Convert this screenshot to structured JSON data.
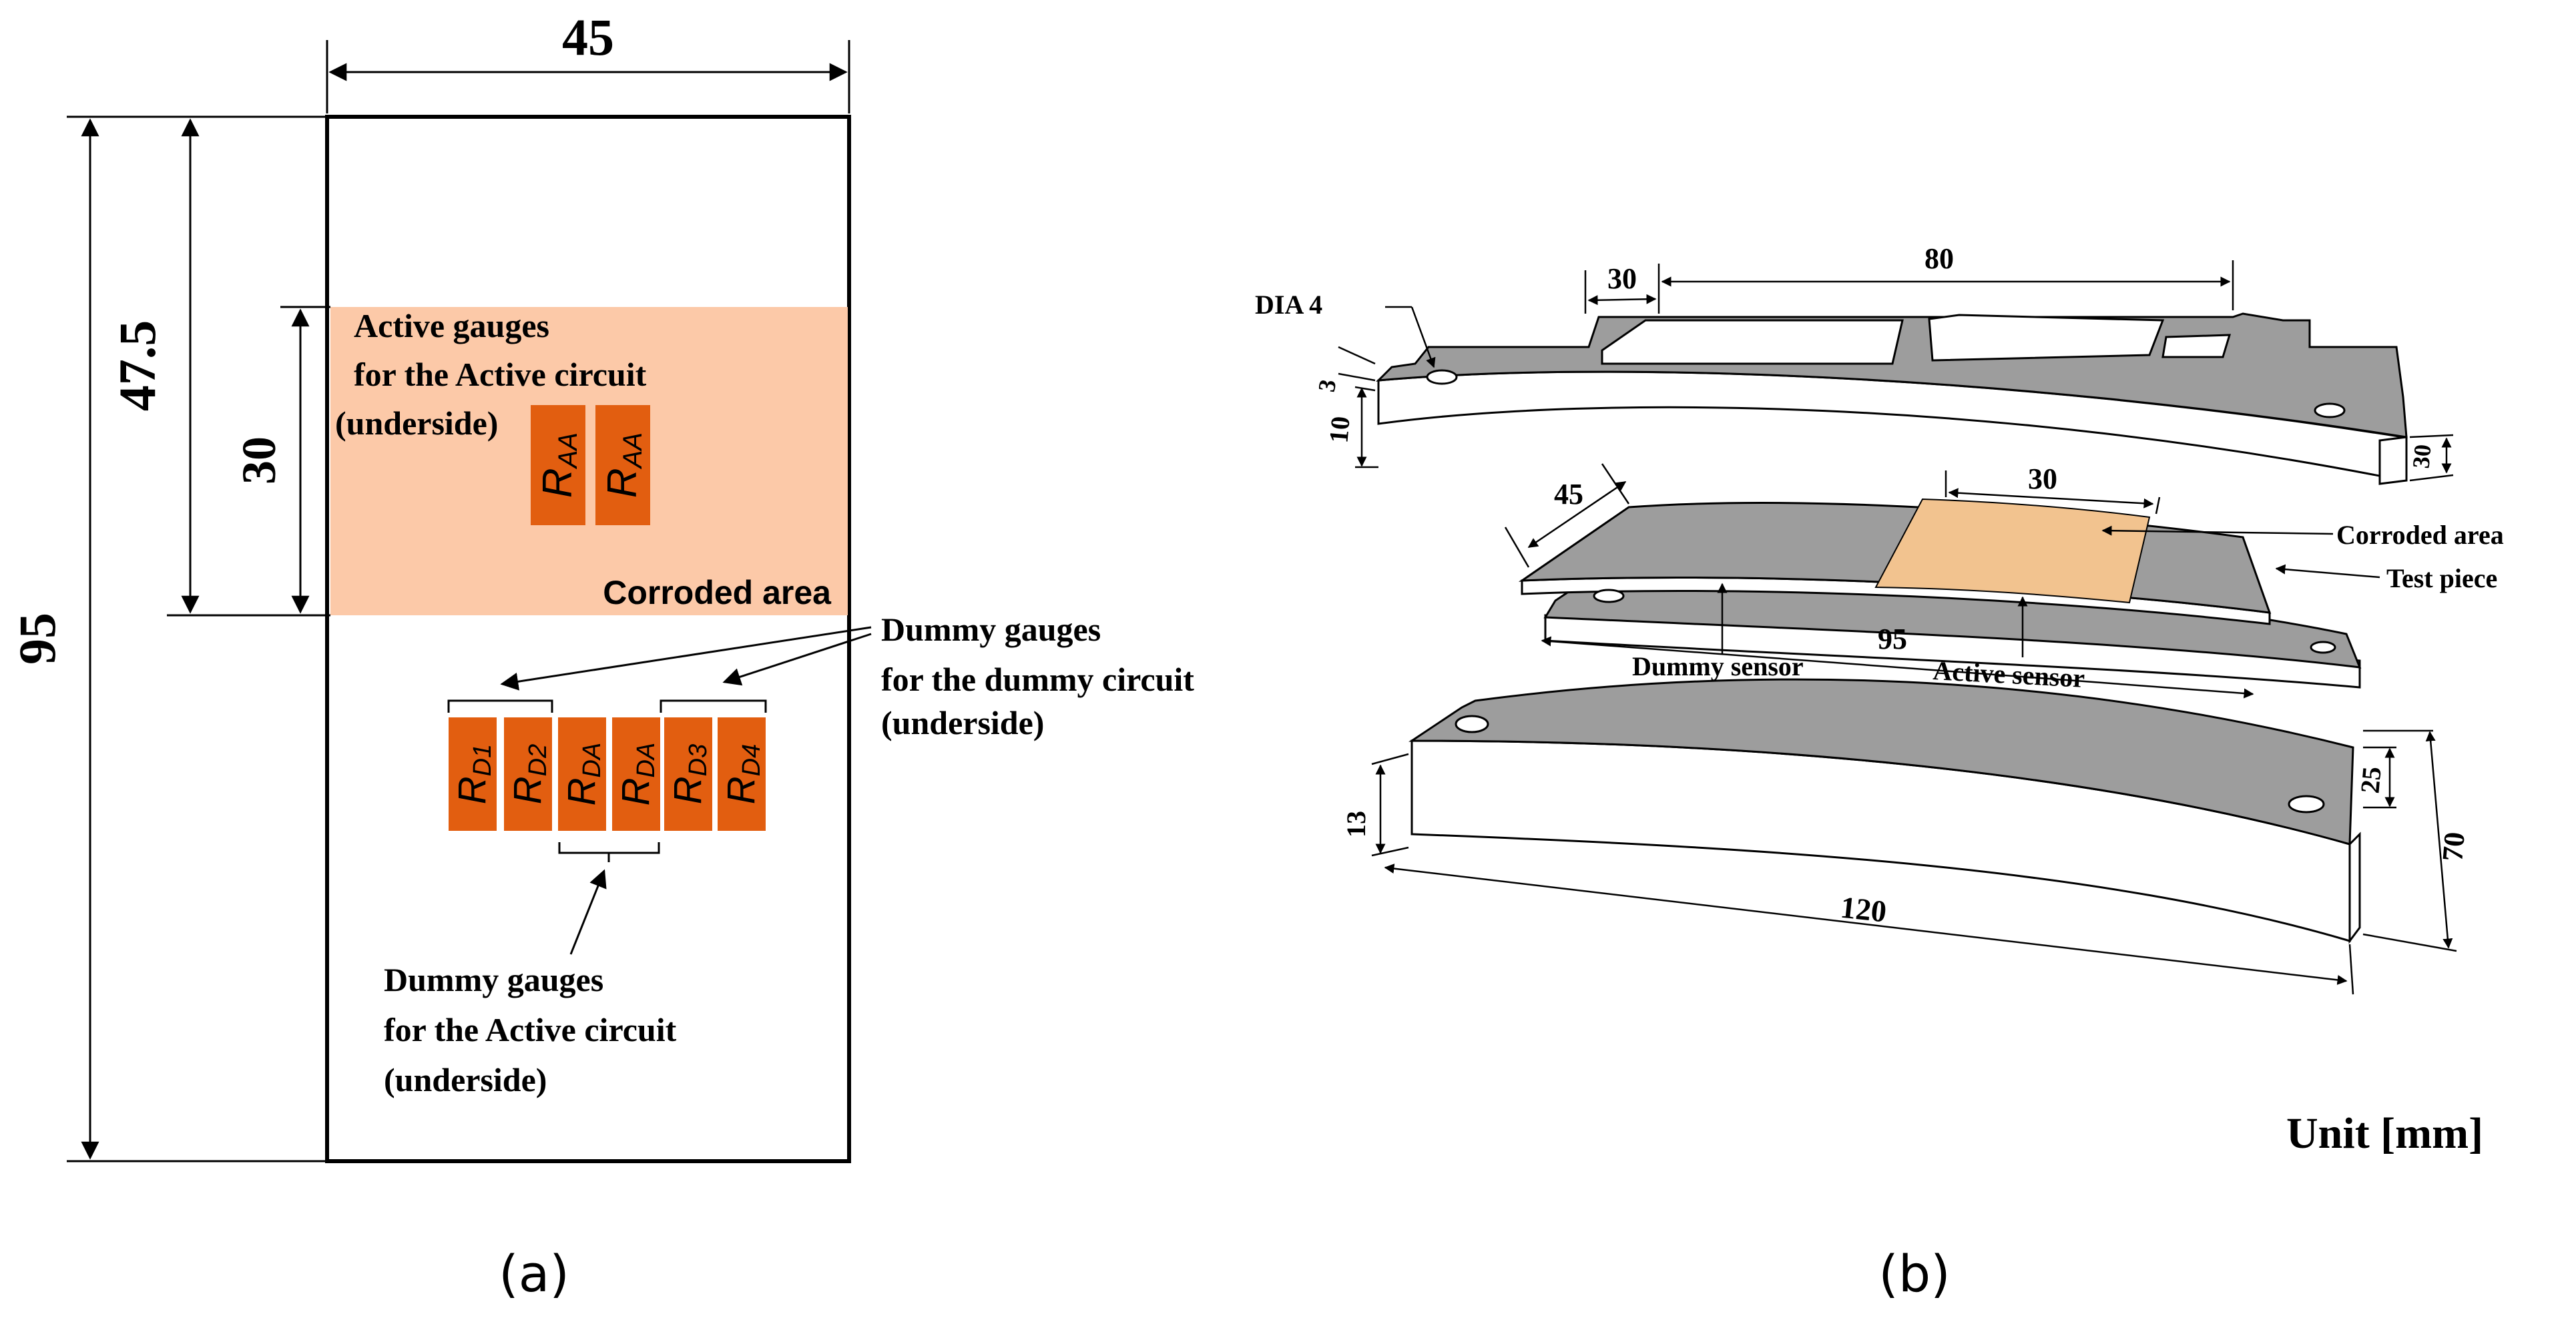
{
  "panel_a": {
    "dim_width": "45",
    "dim_height": "95",
    "dim_half": "47.5",
    "dim_corroded": "30",
    "active_gauges": [
      "Active gauges",
      "for the Active circuit",
      "(underside)"
    ],
    "corroded_area": "Corroded area",
    "dummy_gauges_dummy": [
      "Dummy gauges",
      "for the dummy circuit",
      "(underside)"
    ],
    "dummy_gauges_active": [
      "Dummy gauges",
      "for the Active circuit",
      "(underside)"
    ],
    "gauge_active": "AA",
    "gauge_labels": [
      "D1",
      "D2",
      "DA",
      "DA",
      "D3",
      "D4"
    ],
    "gauge_letter": "R",
    "caption": "(a)"
  },
  "panel_b": {
    "dia": "DIA 4",
    "dim_30_top": "30",
    "dim_80": "80",
    "dim_3": "3",
    "dim_10": "10",
    "dim_30_right": "30",
    "dim_45": "45",
    "dim_30_mid": "30",
    "dim_95": "95",
    "corroded_area": "Corroded area",
    "test_piece": "Test piece",
    "dummy_sensor": "Dummy sensor",
    "active_sensor": "Active sensor",
    "dim_25": "25",
    "dim_70": "70",
    "dim_13": "13",
    "dim_120": "120",
    "unit": "Unit [mm]",
    "caption": "(b)"
  },
  "colors": {
    "corroded_fill": "#fcc9a8",
    "gauge_fill": "#e25e10",
    "plate_gray": "#9d9d9d",
    "test_corroded": "#f2c38f"
  }
}
